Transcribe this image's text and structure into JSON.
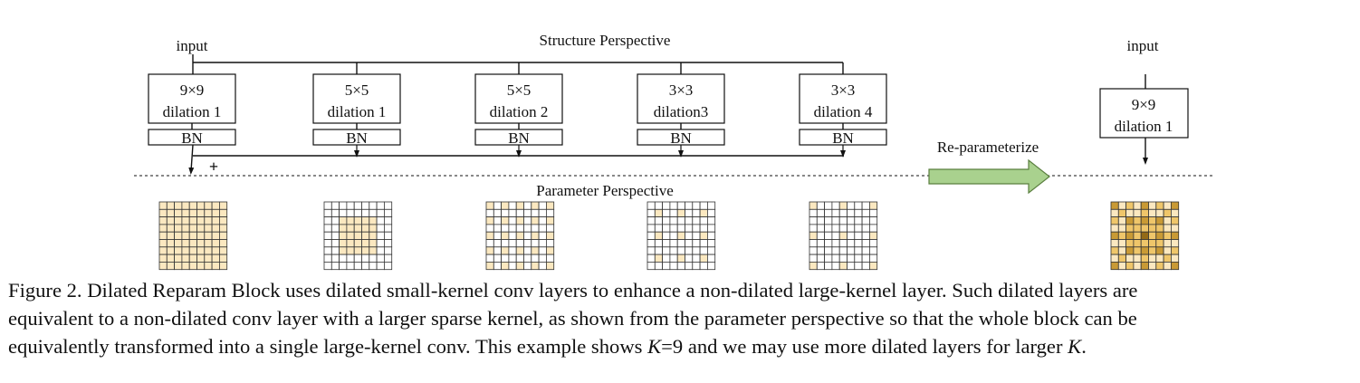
{
  "structure_title": "Structure Perspective",
  "parameter_title": "Parameter Perspective",
  "input_label": "input",
  "sum_symbol": "+",
  "bn_label": "BN",
  "branches": [
    {
      "kernel": "9×9",
      "dilation": "dilation 1"
    },
    {
      "kernel": "5×5",
      "dilation": "dilation 1"
    },
    {
      "kernel": "5×5",
      "dilation": "dilation 2"
    },
    {
      "kernel": "3×3",
      "dilation": "dilation3"
    },
    {
      "kernel": "3×3",
      "dilation": "dilation 4"
    }
  ],
  "reparam_label": "Re-parameterize",
  "result": {
    "input_label": "input",
    "kernel": "9×9",
    "dilation": "dilation 1"
  },
  "colors": {
    "light": "#fbe8c0",
    "mid": "#efc66a",
    "dark": "#c99a35",
    "darkest": "#946a17",
    "arrow_fill": "#a9d18e",
    "arrow_stroke": "#5a7f3f"
  },
  "caption": {
    "line1": "Figure 2. Dilated Reparam Block uses dilated small-kernel conv layers to enhance a non-dilated large-kernel layer. Such dilated layers are",
    "line2": "equivalent to a non-dilated conv layer with a larger sparse kernel, as shown from the parameter perspective so that the whole block can be",
    "line3_pre": "equivalently transformed into a single large-kernel conv. This example shows ",
    "var_k": "K",
    "line3_mid": "=9 and we may use more dilated layers for larger ",
    "line3_end": "."
  }
}
